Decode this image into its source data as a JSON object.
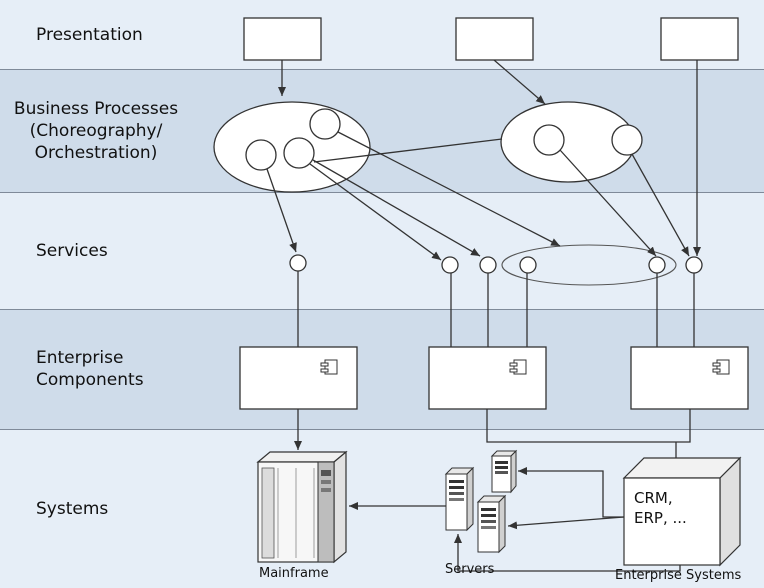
{
  "colors": {
    "band_light": "#e6eef7",
    "band_dark": "#cfdcea",
    "border": "#7f8a99",
    "line": "#3a3a3a"
  },
  "layers": [
    {
      "id": "presentation",
      "label": [
        "Presentation"
      ]
    },
    {
      "id": "business-processes",
      "label": [
        "Business Processes",
        "(Choreography/",
        "Orchestration)"
      ]
    },
    {
      "id": "services",
      "label": [
        "Services"
      ]
    },
    {
      "id": "enterprise-components",
      "label": [
        "Enterprise",
        "Components"
      ]
    },
    {
      "id": "systems",
      "label": [
        "Systems"
      ]
    }
  ],
  "systems": {
    "enterprise_box_lines": [
      "CRM,",
      "ERP, ..."
    ],
    "captions": {
      "mainframe": "Mainframe",
      "servers": "Servers",
      "enterprise_systems": "Enterprise Systems"
    }
  },
  "icons": {
    "component": "uml-component-icon",
    "mainframe": "mainframe-icon",
    "server": "server-tower-icon",
    "enterprise_system": "3d-box-icon"
  }
}
